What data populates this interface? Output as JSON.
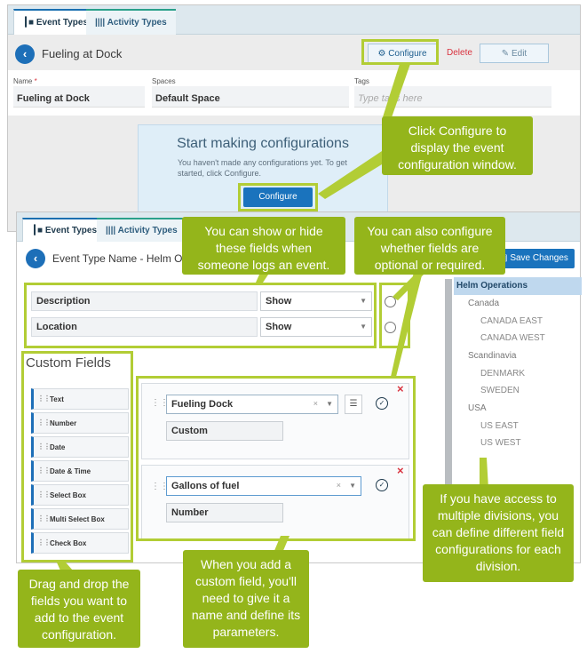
{
  "top": {
    "tabs": [
      {
        "label": "Event Types"
      },
      {
        "label": "Activity Types"
      }
    ],
    "title": "Fueling at Dock",
    "configure_label": "Configure",
    "delete_label": "Delete",
    "edit_label": "Edit",
    "fields": {
      "name_label": "Name",
      "name_required": "*",
      "name_value": "Fueling at Dock",
      "spaces_label": "Spaces",
      "spaces_value": "Default Space",
      "tags_label": "Tags",
      "tags_placeholder": "Type tags here"
    },
    "empty_state": {
      "heading": "Start making configurations",
      "text": "You haven't made any configurations yet. To get started, click Configure.",
      "button": "Configure"
    }
  },
  "bottom": {
    "tabs": [
      {
        "label": "Event Types"
      },
      {
        "label": "Activity Types"
      }
    ],
    "title": "Event Type Name - Helm Op",
    "save_label": "Save Changes",
    "standard_fields": [
      {
        "name": "Description",
        "visibility": "Show"
      },
      {
        "name": "Location",
        "visibility": "Show"
      }
    ],
    "custom_fields_heading": "Custom Fields",
    "palette": [
      "Text",
      "Number",
      "Date",
      "Date & Time",
      "Select Box",
      "Multi Select Box",
      "Check Box"
    ],
    "custom_fields": [
      {
        "name": "Fueling Dock",
        "type": "Custom"
      },
      {
        "name": "Gallons of fuel",
        "type": "Number"
      }
    ],
    "divisions": {
      "selected": "Helm Operations",
      "groups": [
        {
          "name": "Canada",
          "items": [
            "CANADA EAST",
            "CANADA WEST"
          ]
        },
        {
          "name": "Scandinavia",
          "items": [
            "DENMARK",
            "SWEDEN"
          ]
        },
        {
          "name": "USA",
          "items": [
            "US EAST",
            "US WEST"
          ]
        }
      ]
    }
  },
  "callouts": {
    "configure": "Click Configure to display the event configuration window.",
    "show_hide": "You can show or hide these fields when someone logs an event.",
    "optional": "You can also  configure whether fields are optional or required.",
    "divisions": "If you have access to multiple divisions, you can define different field configurations for each division.",
    "drag": "Drag and drop the fields you want to add to the event configuration.",
    "custom": "When you add a custom field, you'll need to give it a name and define its parameters."
  },
  "colors": {
    "callout": "#94b51b",
    "highlight": "#b2cd35",
    "primary": "#1a73bd",
    "delete": "#d9333f"
  }
}
